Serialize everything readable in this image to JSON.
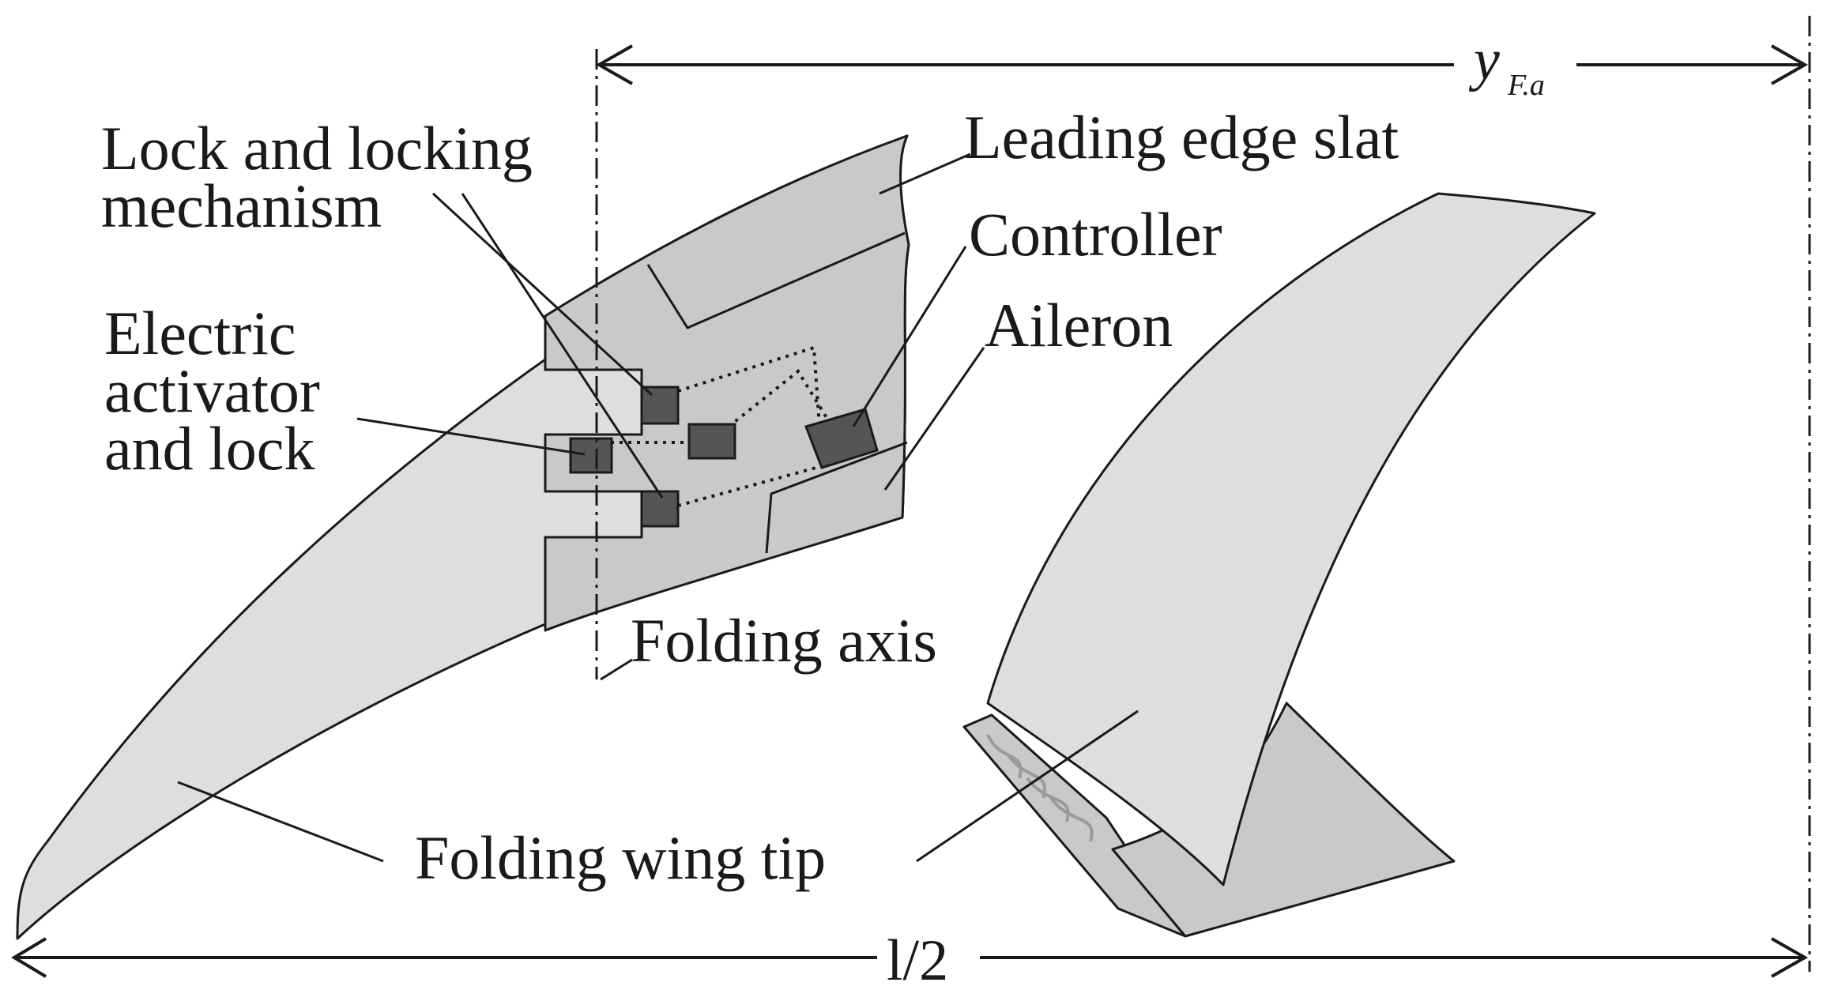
{
  "labels": {
    "lock_mechanism_line1": "Lock and locking",
    "lock_mechanism_line2": "mechanism",
    "leading_edge_slat": "Leading edge slat",
    "controller": "Controller",
    "aileron": "Aileron",
    "electric_line1": "Electric",
    "electric_line2": "activator",
    "electric_line3": "and lock",
    "folding_axis": "Folding axis",
    "folding_wing_tip": "Folding wing tip"
  },
  "dimensions": {
    "y_main": "y",
    "y_subscript": "F.a",
    "half_span": "l/2"
  },
  "colors": {
    "wing_fill": "#dedede",
    "inner_fill": "#c9c9c9",
    "block_fill": "#555555",
    "line": "#1a1a1a"
  }
}
